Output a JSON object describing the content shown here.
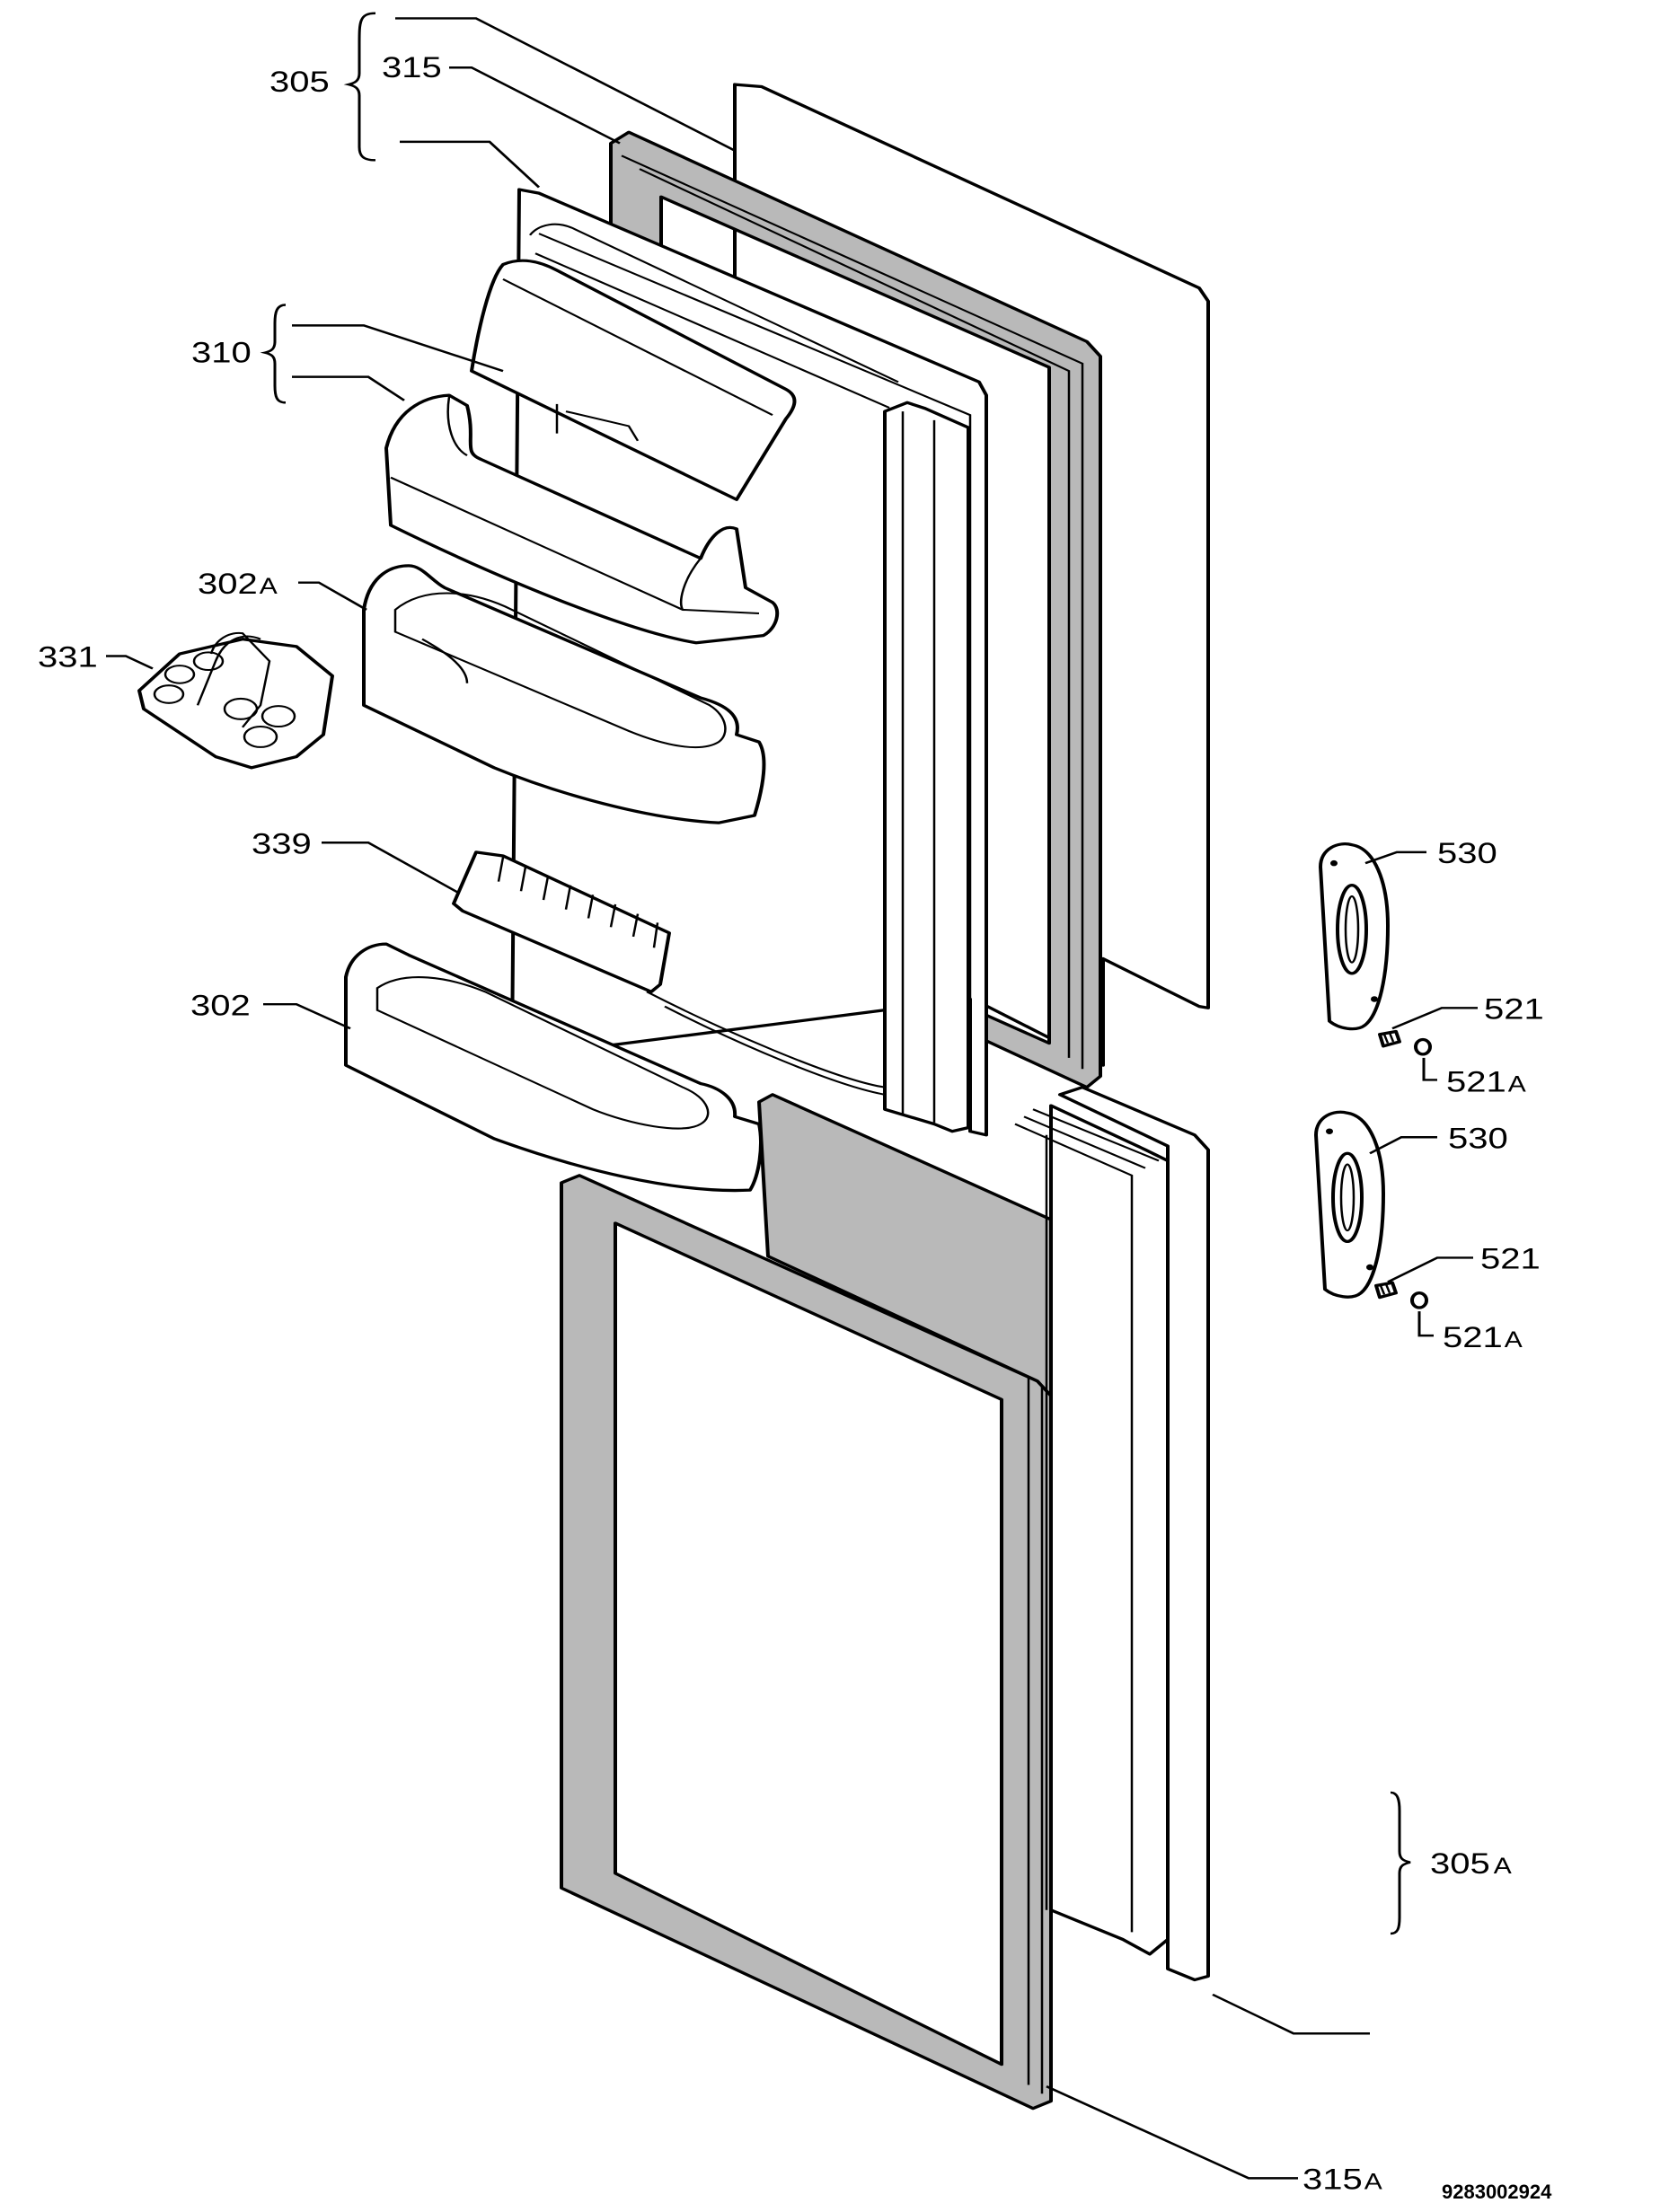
{
  "diagram": {
    "labels": {
      "l305": "305",
      "l315": "315",
      "l310": "310",
      "l302A_num": "302",
      "l302A_suf": "A",
      "l331": "331",
      "l339": "339",
      "l302": "302",
      "l530a": "530",
      "l521a": "521",
      "l521Aa_num": "521",
      "l521Aa_suf": "A",
      "l530b": "530",
      "l521b": "521",
      "l521Ab_num": "521",
      "l521Ab_suf": "A",
      "l305A_num": "305",
      "l305A_suf": "A",
      "l315A_num": "315",
      "l315A_suf": "A"
    },
    "doc_number": "9283002924"
  }
}
